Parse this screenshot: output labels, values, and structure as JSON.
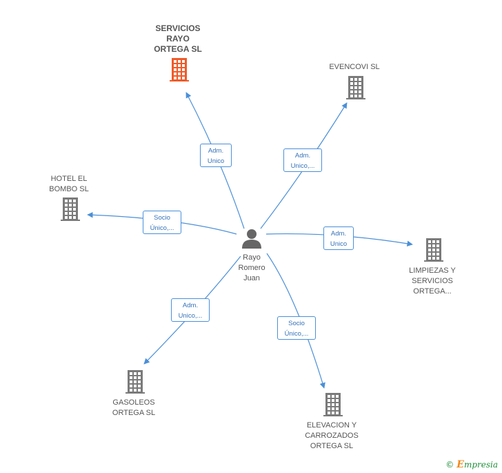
{
  "center": {
    "name": "Rayo\nRomero\nJuan"
  },
  "companies": [
    {
      "id": "servicios-rayo",
      "name": "SERVICIOS\nRAYO\nORTEGA SL",
      "highlight": true
    },
    {
      "id": "evencovi",
      "name": "EVENCOVI  SL",
      "highlight": false
    },
    {
      "id": "hotel-el-bombo",
      "name": "HOTEL EL\nBOMBO  SL",
      "highlight": false
    },
    {
      "id": "limpiezas",
      "name": "LIMPIEZAS Y\nSERVICIOS\nORTEGA...",
      "highlight": false
    },
    {
      "id": "gasoleos",
      "name": "GASOLEOS\nORTEGA  SL",
      "highlight": false
    },
    {
      "id": "elevacion",
      "name": "ELEVACION Y\nCARROZADOS\nORTEGA SL",
      "highlight": false
    }
  ],
  "relations": [
    {
      "to": "servicios-rayo",
      "label": "Adm.\nUnico"
    },
    {
      "to": "evencovi",
      "label": "Adm.\nUnico,..."
    },
    {
      "to": "hotel-el-bombo",
      "label": "Socio\nÚnico,..."
    },
    {
      "to": "limpiezas",
      "label": "Adm.\nUnico"
    },
    {
      "to": "gasoleos",
      "label": "Adm.\nUnico,..."
    },
    {
      "to": "elevacion",
      "label": "Socio\nÚnico,..."
    }
  ],
  "colors": {
    "edge": "#4a8fd8",
    "building": "#7a7a7a",
    "building_highlight": "#f05a28",
    "person": "#666666"
  },
  "watermark": {
    "symbol": "©",
    "brand_initial": "E",
    "brand_rest": "mpresia"
  }
}
